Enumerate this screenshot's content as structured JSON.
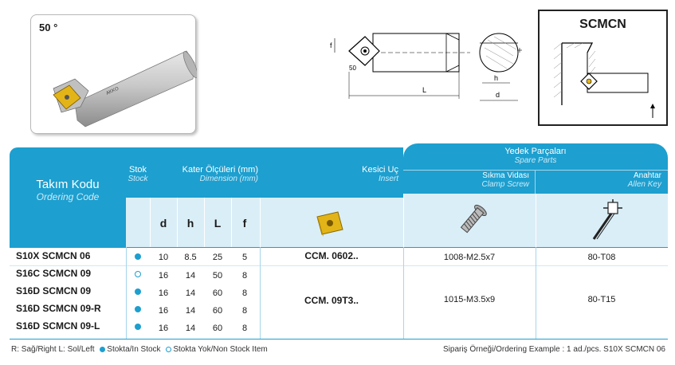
{
  "photo": {
    "angle": "50 °",
    "brand_text": "AKKO"
  },
  "drawing": {
    "f": "f",
    "angle": "50",
    "L": "L",
    "h": "h",
    "d": "d"
  },
  "scmcn": {
    "title": "SCMCN"
  },
  "table": {
    "ordering_code": {
      "main": "Takım Kodu",
      "sub": "Ordering Code"
    },
    "stock": {
      "main": "Stok",
      "sub": "Stock"
    },
    "dimension": {
      "main": "Kater Ölçüleri (mm)",
      "sub": "Dimension (mm)"
    },
    "insert": {
      "main": "Kesici Uç",
      "sub": "Insert"
    },
    "spare": {
      "main": "Yedek Parçaları",
      "sub": "Spare Parts"
    },
    "clamp": {
      "main": "Sıkma Vidası",
      "sub": "Clamp Screw"
    },
    "key": {
      "main": "Anahtar",
      "sub": "Allen Key"
    },
    "cols": {
      "d": "d",
      "h": "h",
      "L": "L",
      "f": "f"
    },
    "rows": [
      {
        "code": "S10X SCMCN 06",
        "stock": "in",
        "d": "10",
        "h": "8.5",
        "L": "25",
        "f": "5"
      },
      {
        "code": "S16C SCMCN 09",
        "stock": "out",
        "d": "16",
        "h": "14",
        "L": "50",
        "f": "8"
      },
      {
        "code": "S16D SCMCN 09",
        "stock": "in",
        "d": "16",
        "h": "14",
        "L": "60",
        "f": "8"
      },
      {
        "code": "S16D SCMCN 09-R",
        "stock": "in",
        "d": "16",
        "h": "14",
        "L": "60",
        "f": "8"
      },
      {
        "code": "S16D SCMCN 09-L",
        "stock": "in",
        "d": "16",
        "h": "14",
        "L": "60",
        "f": "8"
      }
    ],
    "groups": [
      {
        "insert": "CCM. 0602..",
        "screw": "1008-M2.5x7",
        "key": "80-T08"
      },
      {
        "insert": "CCM. 09T3..",
        "screw": "1015-M3.5x9",
        "key": "80-T15"
      }
    ]
  },
  "footer": {
    "left": "R: Sağ/Right   L: Sol/Left",
    "in_stock": "Stokta/In Stock",
    "no_stock": "Stokta Yok/Non Stock Item",
    "example": "Sipariş Örneği/Ordering Example : 1 ad./pcs. S10X SCMCN 06"
  },
  "colors": {
    "accent": "#1d9fcf",
    "light": "#daeef7",
    "insert_gold": "#e3b418"
  }
}
